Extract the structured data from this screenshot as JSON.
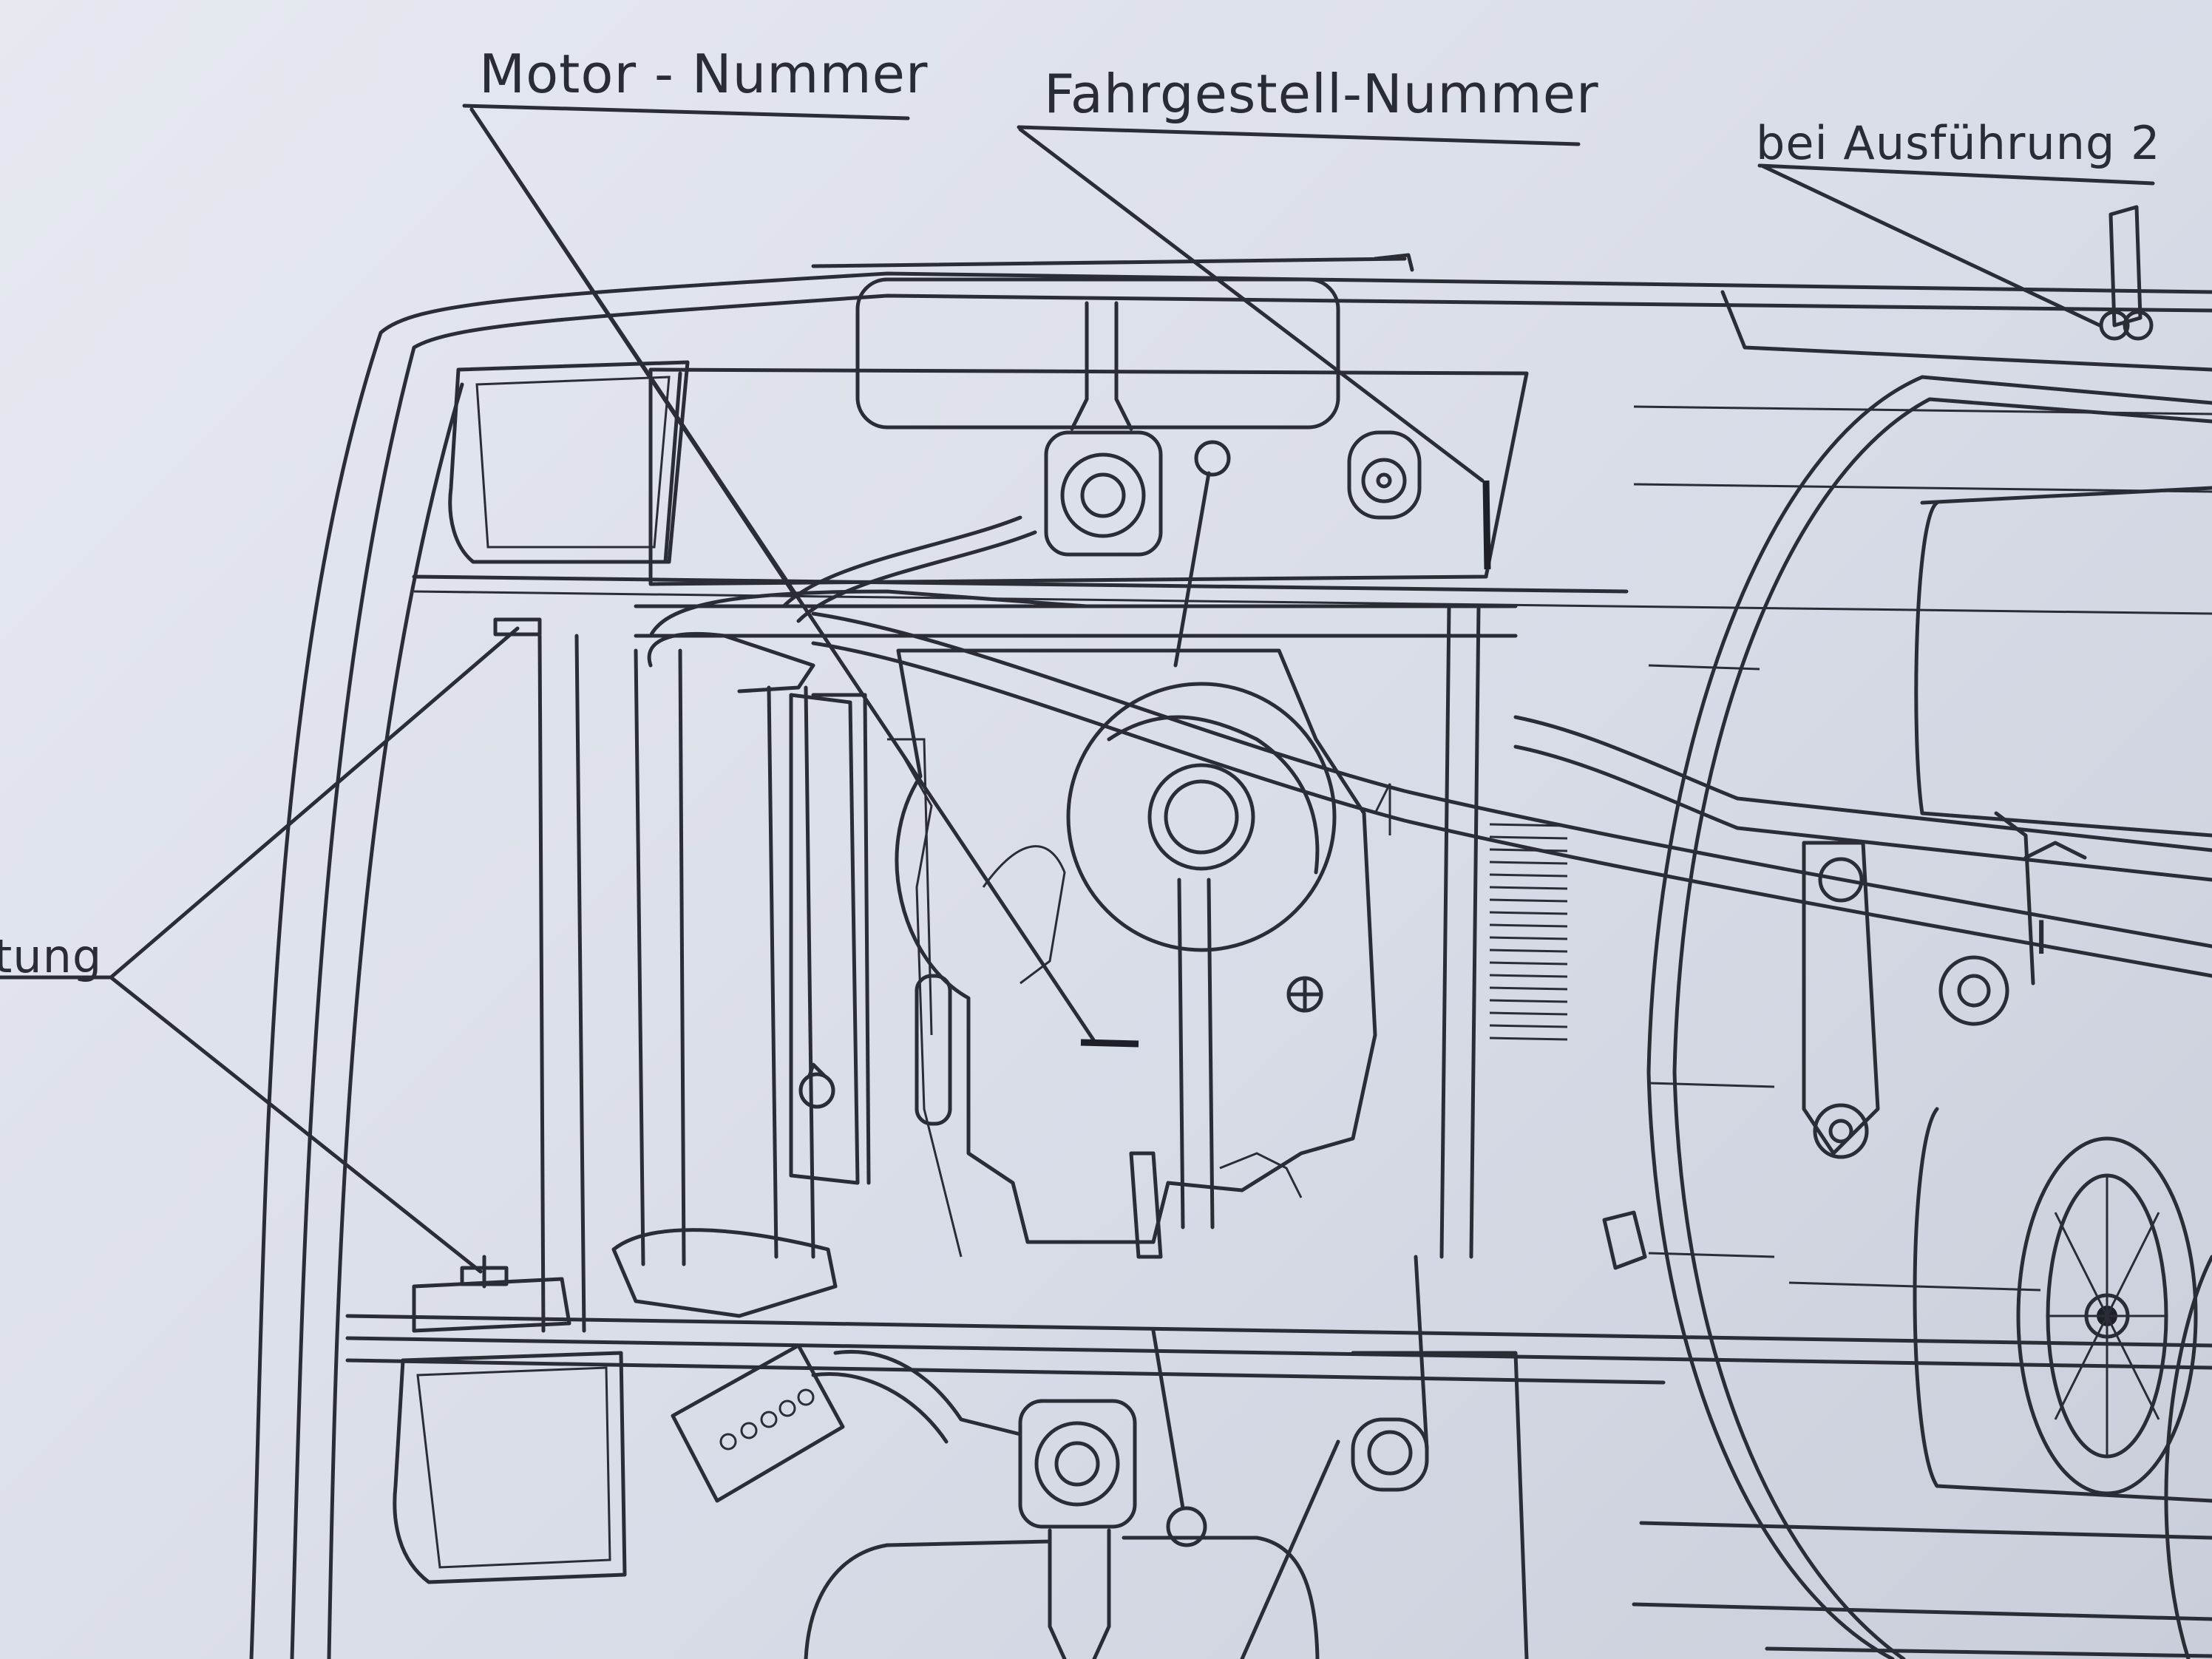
{
  "labels": {
    "motor_nummer": "Motor - Nummer",
    "fahrgestell_nummer": "Fahrgestell-Nummer",
    "bei_ausfuehrung": "bei Ausführung 2",
    "tung": "tung",
    "roman_one": "I"
  },
  "colors": {
    "paper": "#dfe3ec",
    "ink": "#2b2d36"
  }
}
